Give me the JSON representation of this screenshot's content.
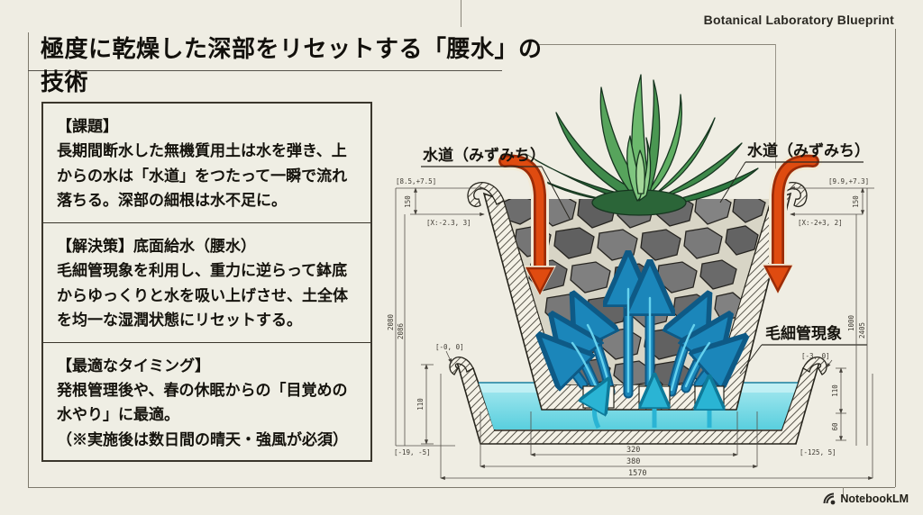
{
  "page": {
    "bg_color": "#efede3",
    "accent_red": "#df4b10",
    "accent_blue": "#2094c9",
    "water_color": "#8ce0ea"
  },
  "header": {
    "brand": "Botanical Laboratory Blueprint"
  },
  "title": "極度に乾燥した深部をリセットする「腰水」の技術",
  "info_box": {
    "sections": [
      {
        "heading": "【課題】",
        "body": "長期間断水した無機質用土は水を弾き、上からの水は「水道」をつたって一瞬で流れ落ちる。深部の細根は水不足に。"
      },
      {
        "heading": "【解決策】底面給水（腰水）",
        "body": "毛細管現象を利用し、重力に逆らって鉢底からゆっくりと水を吸い上げさせ、土全体を均一な湿潤状態にリセットする。"
      },
      {
        "heading": "【最適なタイミング】",
        "body": "発根管理後や、春の休眠からの「目覚めの水やり」に最適。\n（※実施後は数日間の晴天・強風が必須）"
      }
    ]
  },
  "diagram": {
    "labels": {
      "mizumichi_left": "水道（みずみち）",
      "mizumichi_right": "水道（みずみち）",
      "capillary": "毛細管現象"
    },
    "annotations": {
      "top_left_coord": "[8.5,+7.5]",
      "top_left_height": "150",
      "top_left_offset": "[X:-2.3, 3]",
      "left_dim_outer": "2080",
      "left_dim_inner": "2086",
      "top_right_coord": "[9.9,+7.3]",
      "top_right_height": "150",
      "top_right_offset": "[X:-2+3, 2]",
      "right_dim_inner": "1000",
      "right_dim_outer": "2405",
      "bottom_left_coord": "[-0, 0]",
      "bottom_left_height": "110",
      "bottom_left_base": "[-19, -5]",
      "bottom_right_coord": "[-3, 0]",
      "bottom_right_height": "110",
      "bottom_right_gap": "60",
      "bottom_right_base": "[-125, 5]",
      "width_inner": "320",
      "width_mid": "380",
      "width_outer": "1570"
    }
  },
  "footer": {
    "brand": "NotebookLM"
  }
}
